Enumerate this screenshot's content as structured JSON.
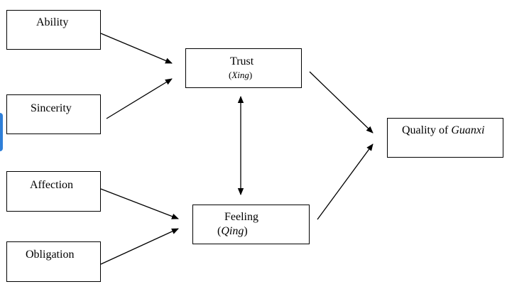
{
  "diagram": {
    "colors": {
      "stroke": "#000000",
      "fill": "#ffffff",
      "side_marker": "#2f7fd8"
    },
    "nodes": {
      "ability": {
        "label": "Ability"
      },
      "sincerity": {
        "label": "Sincerity"
      },
      "affection": {
        "label": "Affection"
      },
      "obligation": {
        "label": "Obligation"
      },
      "trust": {
        "label": "Trust",
        "sub_open": "(",
        "sub_italic": "Xing",
        "sub_close": ")"
      },
      "feeling": {
        "label": "Feeling",
        "sub_open": "(",
        "sub_italic": "Qing",
        "sub_close": ")"
      },
      "quality": {
        "label_prefix": "Quality of ",
        "label_italic": "Guanxi"
      }
    },
    "edges": [
      {
        "from": "ability",
        "to": "trust",
        "direction": "forward"
      },
      {
        "from": "sincerity",
        "to": "trust",
        "direction": "forward"
      },
      {
        "from": "affection",
        "to": "feeling",
        "direction": "forward"
      },
      {
        "from": "obligation",
        "to": "feeling",
        "direction": "forward"
      },
      {
        "from": "trust",
        "to": "feeling",
        "direction": "both"
      },
      {
        "from": "trust",
        "to": "quality",
        "direction": "forward"
      },
      {
        "from": "feeling",
        "to": "quality",
        "direction": "forward"
      }
    ]
  }
}
